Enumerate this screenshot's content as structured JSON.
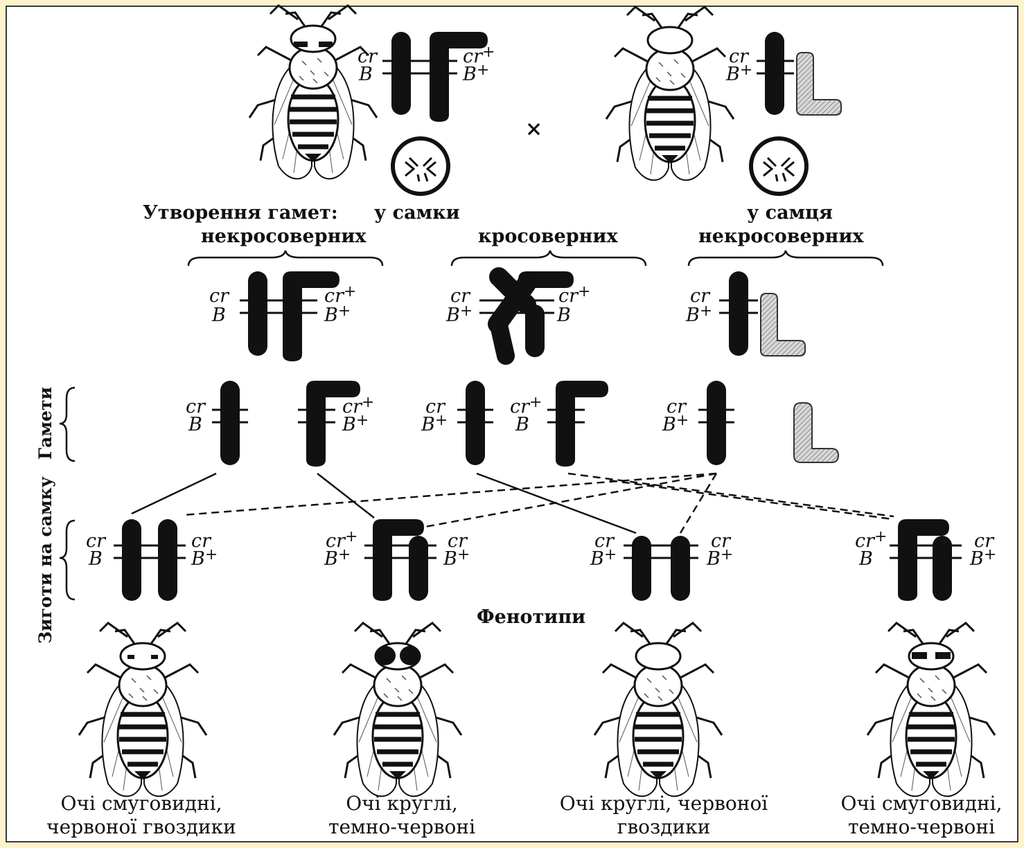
{
  "labels": {
    "cross_symbol": "×",
    "gamete_formation": "Утворення гамет:",
    "in_female": "у самки",
    "in_male": "у самця",
    "noncrossover_female": "некросоверних",
    "crossover": "кросоверних",
    "noncrossover_male": "некросоверних",
    "gametes": "Гамети",
    "zygotes": "Зиготи на самку",
    "phenotypes": "Фенотипи"
  },
  "genes": {
    "cr": "cr",
    "cr_plus": "cr+",
    "B": "B",
    "B_plus": "B+"
  },
  "phenotypes": [
    {
      "line1": "Очі смуговидні,",
      "line2": "червоної гвоздики"
    },
    {
      "line1": "Очі круглі,",
      "line2": "темно-червоні"
    },
    {
      "line1": "Очі круглі, червоної",
      "line2": "гвоздики"
    },
    {
      "line1": "Очі смуговидні,",
      "line2": "темно-червоні"
    }
  ],
  "colors": {
    "background": "#fef3cc",
    "panel": "#ffffff",
    "ink": "#111111",
    "y_chromosome": "#bdbdbd"
  }
}
